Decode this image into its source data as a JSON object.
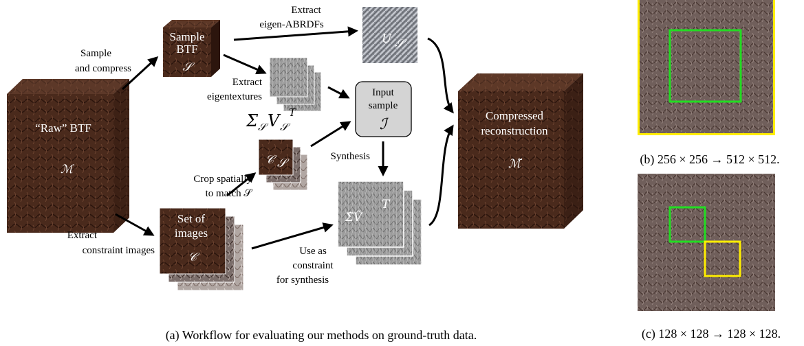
{
  "nodes": {
    "raw_btf": {
      "label": "“Raw” BTF",
      "symbol": "ℳ"
    },
    "sample_btf": {
      "label_line1": "Sample",
      "label_line2": "BTF",
      "symbol": "𝒮"
    },
    "u_s": {
      "symbol": "U",
      "subscript": "𝒮"
    },
    "sigma_v": {
      "text": "Σ",
      "sub1": "𝒮",
      "mid": "V",
      "sub2": "𝒮",
      "sup": "T"
    },
    "input_sample": {
      "line1": "Input",
      "line2": "sample",
      "symbol": "ℐ"
    },
    "c_s": {
      "symbol": "𝒞",
      "subscript": "𝒮"
    },
    "set_images": {
      "line1": "Set of",
      "line2": "images",
      "symbol": "𝒞"
    },
    "synth_result": {
      "text": "Σ̃Ṽ",
      "sup": "T"
    },
    "compressed": {
      "line1": "Compressed",
      "line2": "reconstruction",
      "symbol": "ℳ̃"
    }
  },
  "edges": {
    "sample_compress": {
      "line1": "Sample",
      "line2": "and compress"
    },
    "extract_eigen_abrdfs": {
      "line1": "Extract",
      "line2": "eigen-ABRDFs"
    },
    "extract_eigentextures": {
      "line1": "Extract",
      "line2": "eigentextures"
    },
    "synthesis": "Synthesis",
    "crop_spatially": {
      "line1": "Crop spatially",
      "line2": "to match 𝒮"
    },
    "extract_constraint": {
      "line1": "Extract",
      "line2": "constraint images"
    },
    "use_as_constraint": {
      "line1": "Use as",
      "line2": "constraint",
      "line3": "for synthesis"
    }
  },
  "captions": {
    "a": "(a) Workflow for evaluating our methods on ground-truth data.",
    "b": "(b) 256 × 256 → 512 × 512.",
    "c": "(c) 128 × 128 → 128 × 128."
  },
  "colors": {
    "leather_dark": "#3a2016",
    "leather_mid": "#5a3424",
    "gray_texture": "#9a9a9a",
    "input_box": "#d4d4d4",
    "highlight_green": "#22dd22",
    "highlight_yellow": "#ffee00"
  }
}
